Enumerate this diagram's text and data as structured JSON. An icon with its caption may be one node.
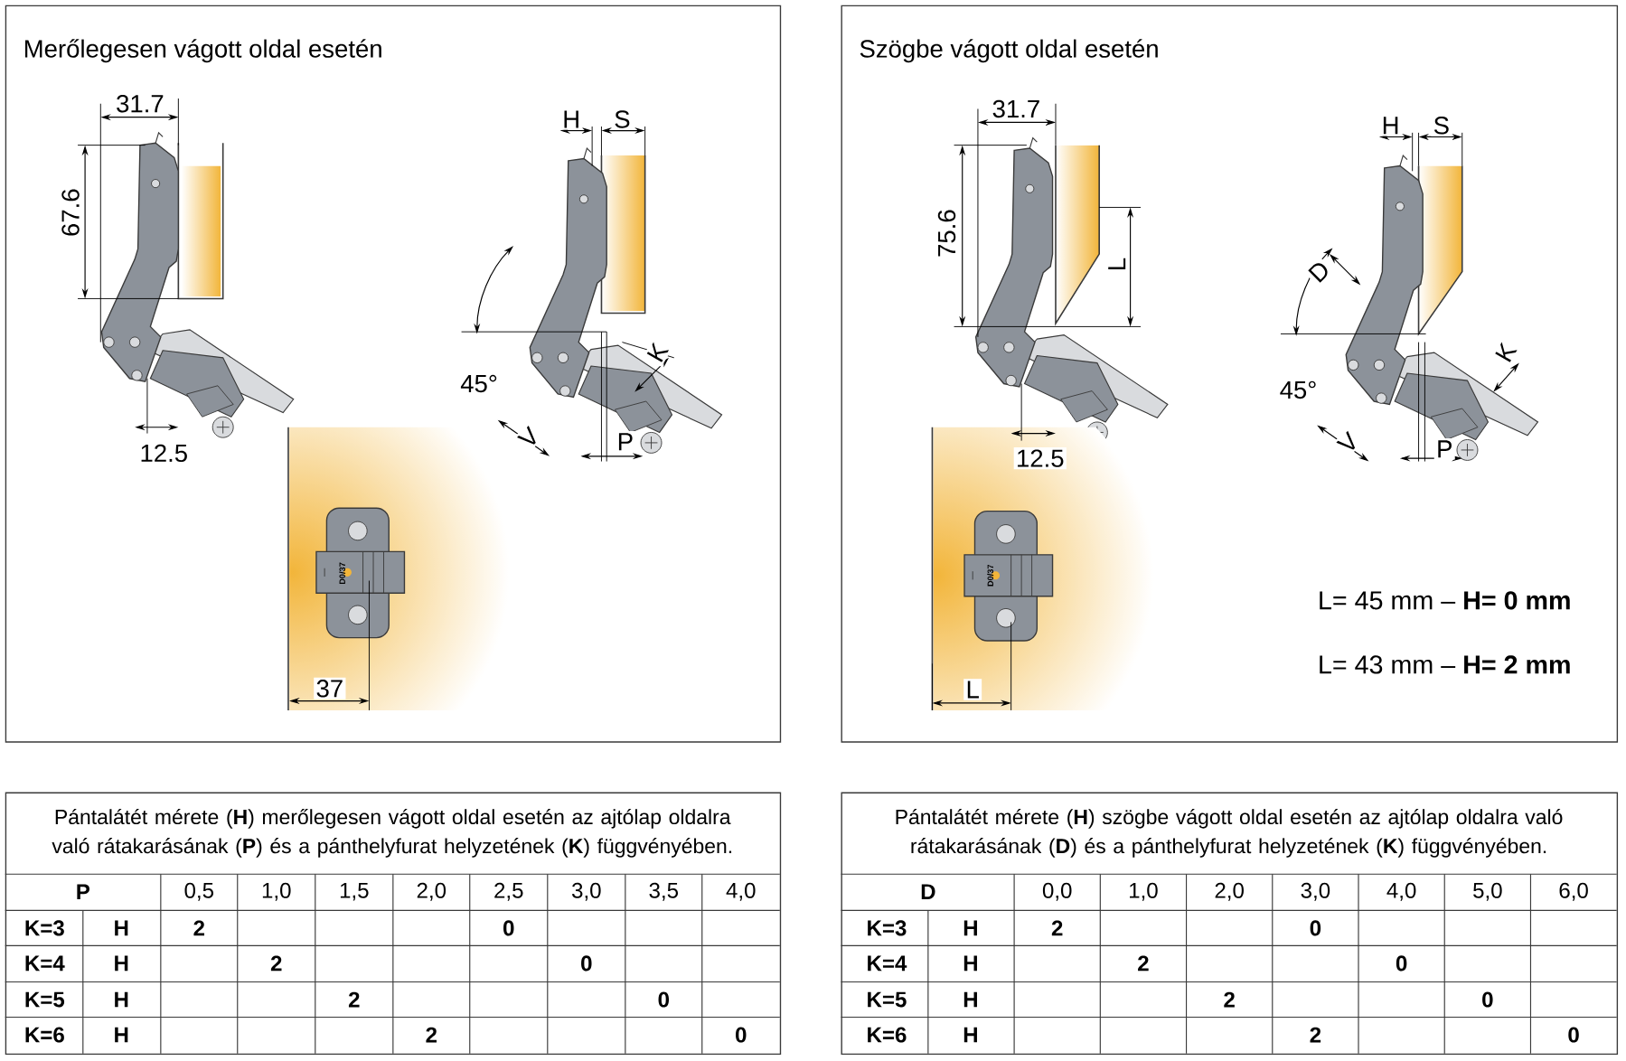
{
  "diagram": {
    "nodes": [
      {
        "text": [
          "Merőlegesen vágott oldal esetén"
        ]
      },
      {
        "text": [
          "Szögbe vágott oldal esetén"
        ]
      },
      {
        "text": [
          "Pántalátét mérete (**H**) merőlegesen vágott oldal esetén az ajtólap oldalra való rátakarásának (**P**) és a pánthelyfurat helyzetének (**K**) függvényében."
        ]
      },
      {
        "text": [
          "Pántalátét mérete (**H**) szögbe vágott oldal esetén az ajtólap oldalra való rátakarásának (**D**) és a pánthelyfurat helyzetének (**K**) függvényében."
        ]
      }
    ],
    "labels": [
      "31.7",
      "67.6",
      "H",
      "S",
      "K",
      "45°",
      "V",
      "12.5",
      "P",
      "D0/37",
      "37",
      "31.7",
      "H",
      "S",
      "75.6",
      "L",
      "D",
      "K",
      "45°",
      "12.5",
      "V",
      "P",
      "D0/37",
      "L= 45 mm – **H= 0 mm**",
      "L= 43 mm – **H= 2 mm**",
      "L",
      "P",
      "0,5",
      "1,0",
      "1,5",
      "2,0",
      "2,5",
      "3,0",
      "3,5",
      "4,0",
      "K=3",
      "H",
      "2",
      "0",
      "K=4",
      "H",
      "2",
      "0",
      "K=5",
      "H",
      "2",
      "0",
      "K=6",
      "H",
      "2",
      "0",
      "D",
      "0,0",
      "1,0",
      "2,0",
      "3,0",
      "4,0",
      "5,0",
      "6,0",
      "K=3",
      "H",
      "2",
      "0",
      "K=4",
      "H",
      "2",
      "0",
      "K=5",
      "H",
      "2",
      "0",
      "K=6",
      "H",
      "2",
      "0"
    ]
  }
}
